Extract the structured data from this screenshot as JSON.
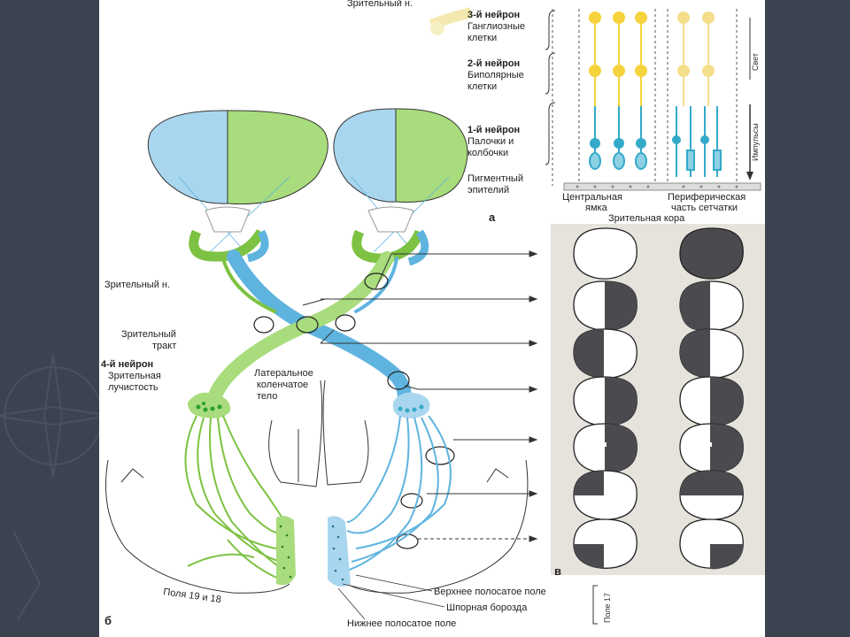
{
  "colors": {
    "slide_bg": "#3d4250",
    "left_field_blue": "#a9d6ef",
    "right_field_green": "#a8dc7c",
    "green_path": "#7dc242",
    "blue_path": "#5fb4df",
    "neuron_yellow": "#f6d33c",
    "neuron_teal": "#34aac8",
    "cortex_dark": "#4b4b4f"
  },
  "labels": {
    "optic_nerve_top": "Зрительный н.",
    "neuron3": "3-й нейрон",
    "ganglion_1": "Ганглиозные",
    "ganglion_2": "клетки",
    "neuron2": "2-й нейрон",
    "bipolar_1": "Биполярные",
    "bipolar_2": "клетки",
    "neuron1": "1-й нейрон",
    "rods_1": "Палочки и",
    "rods_2": "колбочки",
    "pigment_1": "Пигментный",
    "pigment_2": "эпителий",
    "central_1": "Центральная",
    "central_2": "ямка",
    "peripheral_1": "Периферическая",
    "peripheral_2": "часть сетчатки",
    "light": "Свет",
    "impulses": "Импульсы",
    "label_a": "а",
    "visual_cortex": "Зрительная кора",
    "optic_nerve": "Зрительный н.",
    "optic_tract_1": "Зрительный",
    "optic_tract_2": "тракт",
    "neuron4": "4-й нейрон",
    "radiation_1": "Зрительная",
    "radiation_2": "лучистость",
    "lgn_1": "Латеральное",
    "lgn_2": "коленчатое",
    "lgn_3": "тело",
    "fields": "Поля 19 и 18",
    "upper_striate": "Верхнее полосатое поле",
    "calcarine": "Шпорная борозда",
    "lower_striate": "Нижнее полосатое поле",
    "field17": "Поле 17",
    "label_b": "б",
    "label_v": "в"
  }
}
